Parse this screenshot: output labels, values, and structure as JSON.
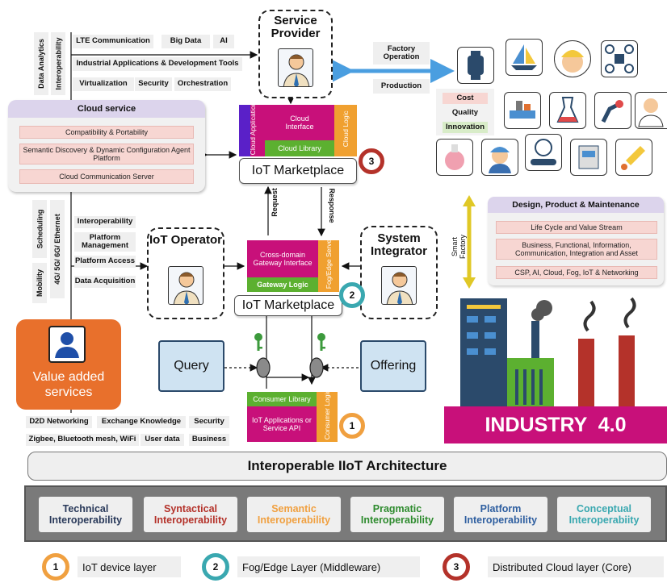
{
  "top_left": {
    "vertical_tags": [
      "Data Analytics",
      "Interoperability"
    ],
    "row1": [
      "LTE Communication",
      "Big Data",
      "AI"
    ],
    "row2": "Industrial Applications & Development Tools",
    "row3": [
      "Virtualization",
      "Security",
      "Orchestration"
    ]
  },
  "cloud_service": {
    "title": "Cloud service",
    "rows": [
      "Compatibility & Portability",
      "Semantic Discovery & Dynamic Configuration Agent Platform",
      "Cloud Communication Server"
    ]
  },
  "service_provider": {
    "title": "Service Provider"
  },
  "factory": {
    "top": "Factory Operation",
    "bottom": "Production"
  },
  "cloud_block": {
    "app": "Cloud Application",
    "interface": "Cloud Interface",
    "library": "Cloud Library",
    "logic": "Cloud Logic",
    "marketplace": "IoT Marketplace",
    "num": "3"
  },
  "request_label": "Request",
  "response_label": "Response",
  "cost_labels": [
    "Cost",
    "Quality",
    "Innovation"
  ],
  "middle_left": {
    "vertical_tags": [
      "Scheduling",
      "4G/ 5G/ 6G/ Ethernet",
      "Mobility"
    ],
    "rows": [
      "Interoperability",
      "Platform Management",
      "Platform Access",
      "Data Acquisition"
    ]
  },
  "iot_operator": {
    "title": "IoT Operator"
  },
  "system_integrator": {
    "title": "System Integrator"
  },
  "gateway_block": {
    "interface": "Cross-domain Gateway Interface",
    "logic": "Gateway Logic",
    "server": "Fog/Edge Server",
    "marketplace": "IoT Marketplace",
    "num": "2"
  },
  "smart_factory": "Smart Factory",
  "design": {
    "title": "Design, Product & Maintenance",
    "rows": [
      "Life Cycle and Value Stream",
      "Business, Functional, Information, Communication, Integration and Asset",
      "CSP, AI, Cloud, Fog, IoT & Networking"
    ]
  },
  "value_added": "Value added services",
  "query": "Query",
  "offering": "Offering",
  "consumer_block": {
    "library": "Consumer Library",
    "api": "IoT Applications or Service API",
    "logic": "Consumer Logic",
    "num": "1"
  },
  "bottom_left": {
    "row1": [
      "D2D Networking",
      "Exchange Knowledge",
      "Security"
    ],
    "row2": [
      "Zigbee, Bluetooth mesh, WiFi",
      "User data",
      "Business"
    ]
  },
  "industry": "INDUSTRY  4.0",
  "architecture": "Interoperable IIoT Architecture",
  "interop": [
    {
      "l1": "Technical",
      "l2": "Interoperability",
      "color": "#2a3a5a"
    },
    {
      "l1": "Syntactical",
      "l2": "Interoperability",
      "color": "#b4322a"
    },
    {
      "l1": "Semantic",
      "l2": "Interoperability",
      "color": "#f0a040"
    },
    {
      "l1": "Pragmatic",
      "l2": "Interoperability",
      "color": "#2e8b2e"
    },
    {
      "l1": "Platform",
      "l2": "Interoperability",
      "color": "#2f5fa0"
    },
    {
      "l1": "Conceptual",
      "l2": "Interoperabiity",
      "color": "#3aa8b0"
    }
  ],
  "legend": [
    {
      "num": "1",
      "label": "IoT device layer",
      "color": "#f0a040"
    },
    {
      "num": "2",
      "label": "Fog/Edge Layer (Middleware)",
      "color": "#3aa8b0"
    },
    {
      "num": "3",
      "label": "Distributed Cloud layer (Core)",
      "color": "#b4322a"
    }
  ]
}
